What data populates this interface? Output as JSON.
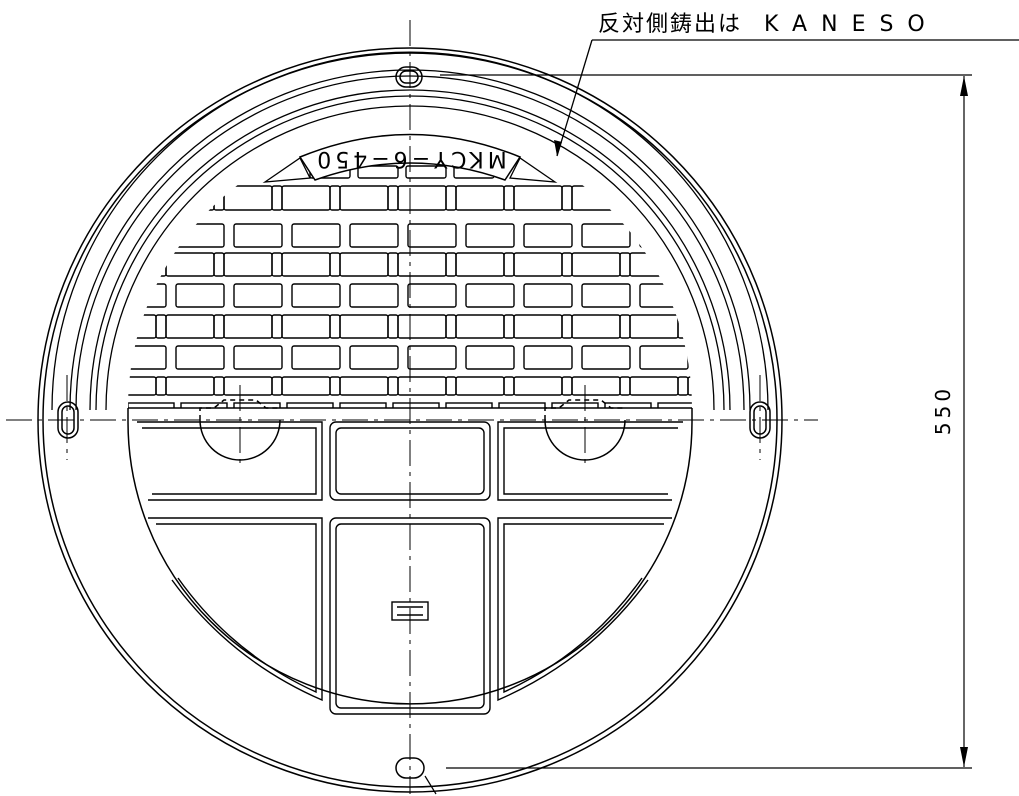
{
  "callout_note": {
    "japanese": "反対側鋳出は",
    "maker": "KANESO"
  },
  "cover_marking": "MKCY−6−450",
  "dimension": {
    "overall_height": "550"
  },
  "line_color": "#000000",
  "background_color": "#ffffff"
}
